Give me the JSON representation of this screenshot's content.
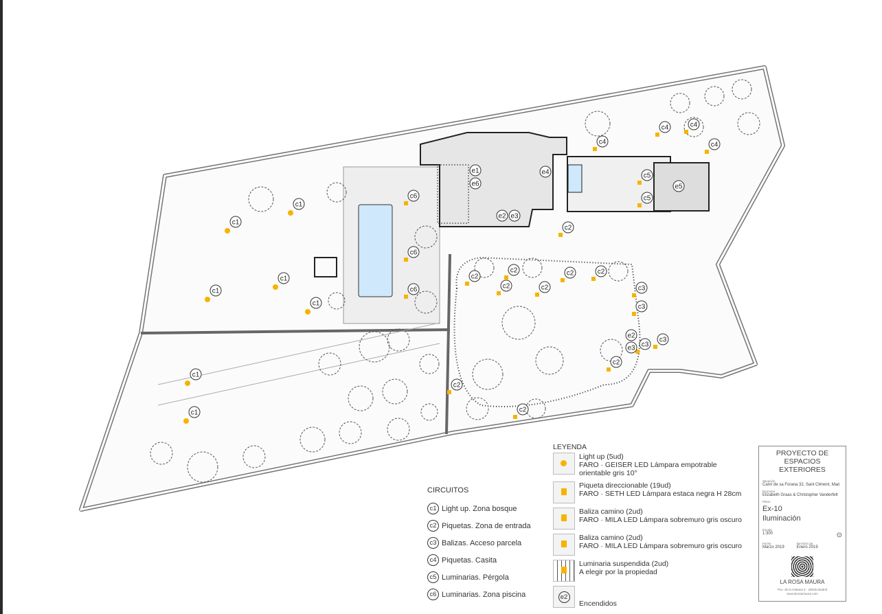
{
  "plan": {
    "markers": [
      "c1",
      "c1",
      "c1",
      "c1",
      "c1",
      "c1",
      "c1",
      "c2",
      "c2",
      "c2",
      "c2",
      "c2",
      "c2",
      "c2",
      "c2",
      "c2",
      "c2",
      "c3",
      "c3",
      "c3",
      "c3",
      "c4",
      "c4",
      "c4",
      "c4",
      "c5",
      "c5",
      "c6",
      "c6",
      "c6",
      "e1",
      "e6",
      "e4",
      "e2",
      "e3",
      "e5",
      "e2",
      "e3"
    ]
  },
  "legend": {
    "title": "LEYENDA",
    "items": [
      {
        "l1": "Light up (5ud)",
        "l2": "FARO · GEISER LED Lámpara empotrable",
        "l3": "orientable gris 10°"
      },
      {
        "l1": "Piqueta direccionable (19ud)",
        "l2": "FARO · SETH LED Lámpara estaca negra H 28cm"
      },
      {
        "l1": "Baliza camino (2ud)",
        "l2": "FARO · MILA LED Lámpara sobremuro gris oscuro"
      },
      {
        "l1": "Baliza camino (2ud)",
        "l2": "FARO · MILA LED Lámpara sobremuro gris oscuro"
      },
      {
        "l1": "Luminaria suspendida (2ud)",
        "l2": "A elegir por la propiedad"
      },
      {
        "badge": "e2",
        "l1": "Encendidos"
      }
    ]
  },
  "circuits": {
    "title": "CIRCUITOS",
    "items": [
      {
        "code": "c1",
        "label": "Light up. Zona bosque"
      },
      {
        "code": "c2",
        "label": "Piquetas. Zona de entrada"
      },
      {
        "code": "c3",
        "label": "Balizas. Acceso parcela"
      },
      {
        "code": "c4",
        "label": "Piquetas. Casita"
      },
      {
        "code": "c5",
        "label": "Luminarias. Pérgola"
      },
      {
        "code": "c6",
        "label": "Luminarias. Zona piscina"
      }
    ]
  },
  "title_block": {
    "title": "PROYECTO DE ESPACIOS EXTERIORES",
    "situacion_label": "Situación",
    "situacion": "Camí de sa Forana 32, Sant Climent, Maó",
    "promotor_label": "Promotor",
    "promotor": "Elizabeth Graas & Christopher Vanderfelt",
    "plano_label": "Plano",
    "plano_code": "Ex-10",
    "plano_name": "Iluminación",
    "escala_label": "Escala",
    "escala": "1:300",
    "fecha_label": "Fecha",
    "fecha": "Marzo 2019",
    "revision_label": "Revisión de",
    "revision": "Enero 2019",
    "studio": "LA ROSA MAURA",
    "address": "Pso. de la Habana 5 · 28036 Madrid",
    "web": "www.larosamaura.com"
  },
  "colors": {
    "light": "#f5b400",
    "pool": "#cfe8fb",
    "line": "#555"
  }
}
